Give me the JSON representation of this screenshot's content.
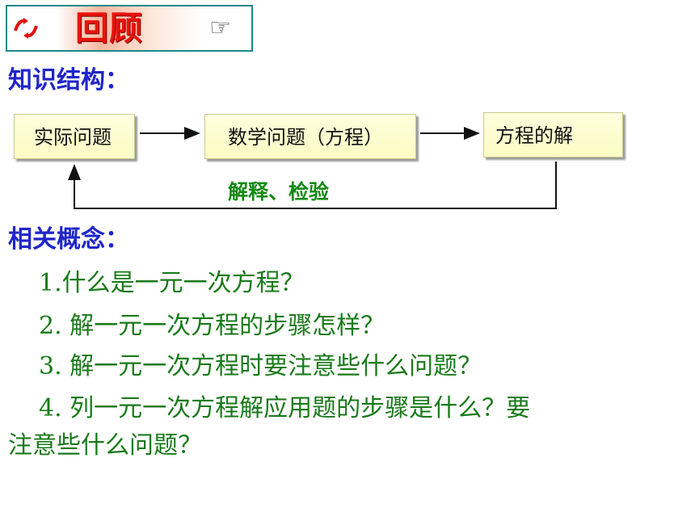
{
  "header": {
    "title": "回顾",
    "logo_icon": "red-arrows-logo-icon",
    "pointer_icon": "pointing-hand-icon"
  },
  "structure": {
    "heading": "知识结构：",
    "flow": [
      "实际问题",
      "数学问题（方程）",
      "方程的解"
    ],
    "loop_label": "解释、检验"
  },
  "concepts": {
    "heading": "相关概念：",
    "items": [
      "1.什么是一元一次方程？",
      "2. 解一元一次方程的步骤怎样？",
      "3. 解一元一次方程时要注意些什么问题？",
      "4. 列一元一次方程解应用题的步骤是什么？要",
      "注意些什么问题？"
    ]
  },
  "colors": {
    "heading": "#1f25c8",
    "item": "#1a7a1a",
    "title": "#e8140c"
  }
}
